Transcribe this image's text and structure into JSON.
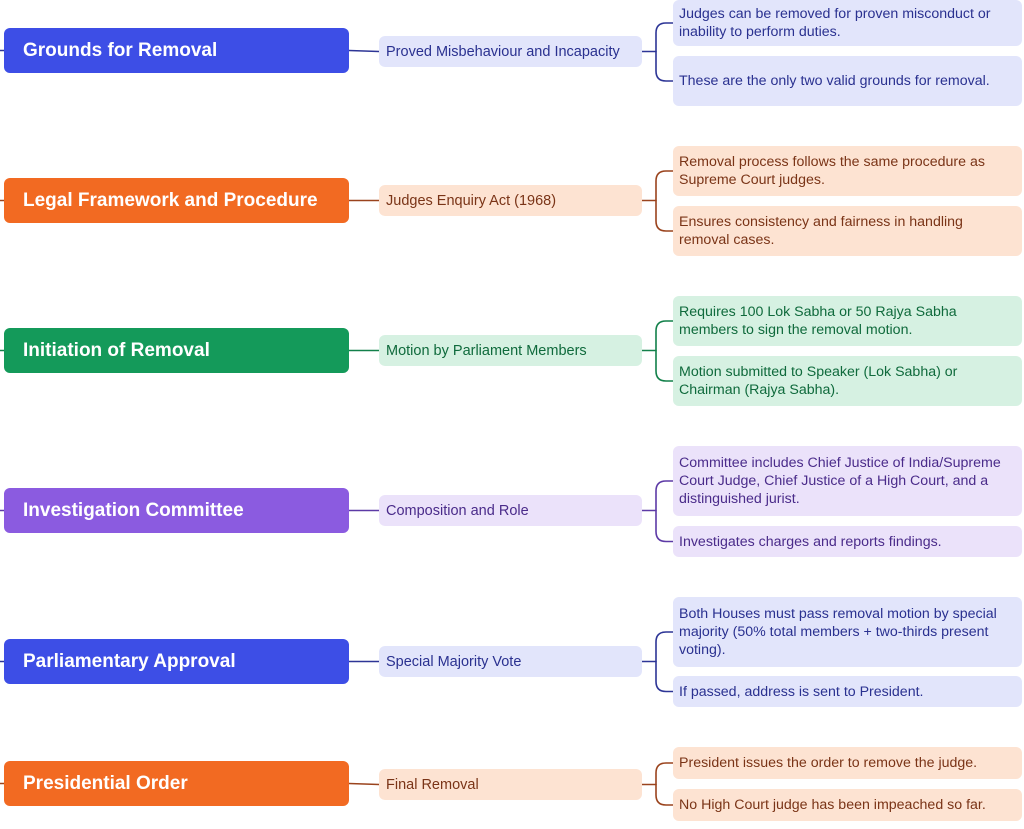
{
  "colors": {
    "blue": "#3d4ee6",
    "orange": "#f26a22",
    "green": "#149a5a",
    "purple": "#8b5be0"
  },
  "branches": [
    {
      "theme": "blue",
      "title": "Grounds for Removal",
      "subtopic": "Proved Misbehaviour and Incapacity",
      "details": [
        "Judges can be removed for proven misconduct or inability to perform duties.",
        "These are the only two valid grounds for removal."
      ]
    },
    {
      "theme": "orange",
      "title": "Legal Framework and Procedure",
      "subtopic": "Judges Enquiry Act (1968)",
      "details": [
        "Removal process follows the same procedure as Supreme Court judges.",
        "Ensures consistency and fairness in handling removal cases."
      ]
    },
    {
      "theme": "green",
      "title": "Initiation of Removal",
      "subtopic": "Motion by Parliament Members",
      "details": [
        "Requires 100 Lok Sabha or 50 Rajya Sabha members to sign the removal motion.",
        "Motion submitted to Speaker (Lok Sabha) or Chairman (Rajya Sabha)."
      ]
    },
    {
      "theme": "purple",
      "title": "Investigation Committee",
      "subtopic": "Composition and Role",
      "details": [
        "Committee includes Chief Justice of India/Supreme Court Judge, Chief Justice of a High Court, and a distinguished jurist.",
        "Investigates charges and reports findings."
      ]
    },
    {
      "theme": "blue",
      "title": "Parliamentary Approval",
      "subtopic": "Special Majority Vote",
      "details": [
        "Both Houses must pass removal motion by special majority (50% total members + two-thirds present voting).",
        "If passed, address is sent to President."
      ]
    },
    {
      "theme": "orange",
      "title": "Presidential Order",
      "subtopic": "Final Removal",
      "details": [
        "President issues the order to remove the judge.",
        "No High Court judge has been impeached so far."
      ]
    }
  ]
}
